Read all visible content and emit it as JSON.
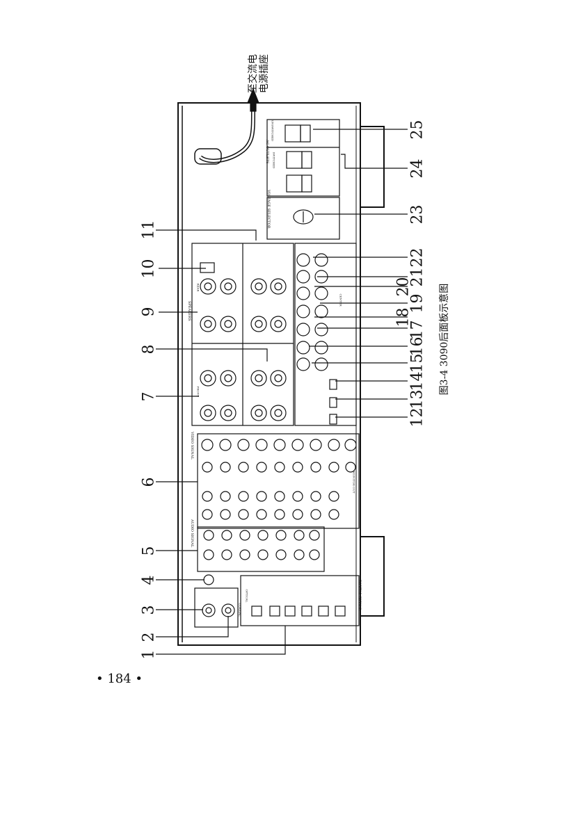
{
  "ac_destination": "至交流电\n电源插座",
  "ac_destination_line1": "至交流电",
  "ac_destination_line2": "电源插座",
  "figure_caption": "图3-4   3090后面板示意图",
  "page_number": "• 184 •",
  "callouts_top": [
    "11",
    "10",
    "9",
    "8",
    "7",
    "6",
    "5",
    "4",
    "3",
    "2",
    "1"
  ],
  "callouts_bottom": [
    "25",
    "24",
    "23",
    "22",
    "21",
    "20",
    "19",
    "18",
    "17",
    "16",
    "15",
    "14",
    "13",
    "12"
  ],
  "panel_labels": {
    "voltage_selector": "VOLTAGE SELECTOR",
    "ac_outlets": "AC OUTLETS",
    "switched": "SWITCHED",
    "unswitched": "UNSWITCHED",
    "audio_signal": "AUDIO SIGNAL",
    "video_signal": "VIDEO SIGNAL",
    "digital_signal": "DIGITAL SIGNAL",
    "speakers": "SPEAKERS",
    "coaxial": "COAXIAL",
    "optical": "OPTICAL",
    "center": "CENTER",
    "front": "FRONT",
    "rear": "REAR",
    "monitor_out": "MONITOR OUT"
  }
}
